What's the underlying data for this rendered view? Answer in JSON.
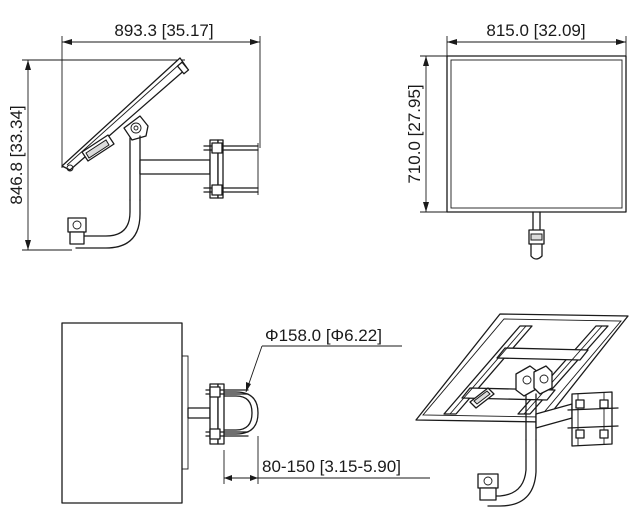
{
  "diagram": {
    "side_view": {
      "width_label": "893.3 [35.17]",
      "height_label": "846.8 [33.34]"
    },
    "front_view": {
      "width_label": "815.0 [32.09]",
      "height_label": "710.0 [27.95]"
    },
    "top_view": {
      "pole_diameter_label": "Φ158.0 [Φ6.22]",
      "clamp_range_label": "80-150 [3.15-5.90]"
    }
  }
}
